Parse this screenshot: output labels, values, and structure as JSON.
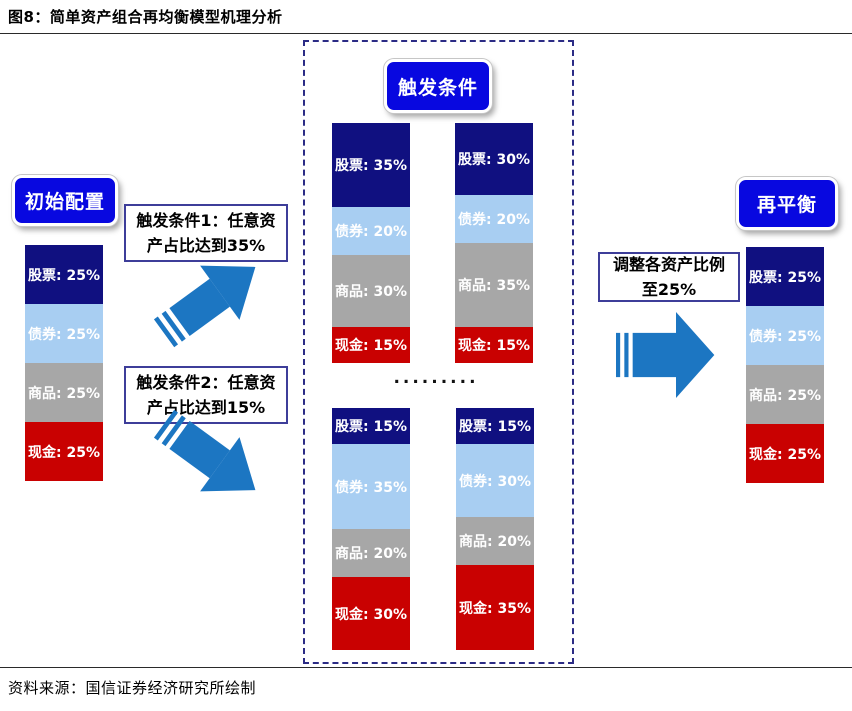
{
  "page": {
    "title": "图8：简单资产组合再均衡模型机理分析",
    "source": "资料来源：国信证券经济研究所绘制"
  },
  "labels": {
    "initial": "初始配置",
    "trigger": "触发条件",
    "rebalance": "再平衡",
    "dots": "........."
  },
  "notes": {
    "trigger1": {
      "lines": [
        "触发条件1：任意资",
        "产占比达到35%"
      ]
    },
    "trigger2": {
      "lines": [
        "触发条件2：任意资",
        "产占比达到15%"
      ]
    },
    "adjust": {
      "lines": [
        "调整各资产比例",
        "至25%"
      ]
    }
  },
  "colors": {
    "stock": "#101080",
    "bond": "#A8CEF2",
    "commodity": "#A7A7A7",
    "cash": "#C90101",
    "button": "#0808E0",
    "arrow": "#1C76C2",
    "dashed_border": "#2B2B85",
    "note_border": "#3D3D99"
  },
  "chart_data": {
    "type": "bar",
    "stacked": true,
    "unit": "%",
    "assets": [
      "股票",
      "债券",
      "商品",
      "现金"
    ],
    "bars": [
      {
        "id": "initial",
        "segments": [
          {
            "asset": "stock",
            "label": "股票",
            "value": 25,
            "text": "股票: 25%"
          },
          {
            "asset": "bond",
            "label": "债券",
            "value": 25,
            "text": "债券: 25%"
          },
          {
            "asset": "commodity",
            "label": "商品",
            "value": 25,
            "text": "商品: 25%"
          },
          {
            "asset": "cash",
            "label": "现金",
            "value": 25,
            "text": "现金: 25%"
          }
        ]
      },
      {
        "id": "t1",
        "segments": [
          {
            "asset": "stock",
            "label": "股票",
            "value": 35,
            "text": "股票: 35%"
          },
          {
            "asset": "bond",
            "label": "债券",
            "value": 20,
            "text": "债券: 20%"
          },
          {
            "asset": "commodity",
            "label": "商品",
            "value": 30,
            "text": "商品: 30%"
          },
          {
            "asset": "cash",
            "label": "现金",
            "value": 15,
            "text": "现金: 15%"
          }
        ]
      },
      {
        "id": "t2",
        "segments": [
          {
            "asset": "stock",
            "label": "股票",
            "value": 30,
            "text": "股票: 30%"
          },
          {
            "asset": "bond",
            "label": "债券",
            "value": 20,
            "text": "债券: 20%"
          },
          {
            "asset": "commodity",
            "label": "商品",
            "value": 35,
            "text": "商品: 35%"
          },
          {
            "asset": "cash",
            "label": "现金",
            "value": 15,
            "text": "现金: 15%"
          }
        ]
      },
      {
        "id": "b1",
        "segments": [
          {
            "asset": "stock",
            "label": "股票",
            "value": 15,
            "text": "股票: 15%"
          },
          {
            "asset": "bond",
            "label": "债券",
            "value": 35,
            "text": "债券: 35%"
          },
          {
            "asset": "commodity",
            "label": "商品",
            "value": 20,
            "text": "商品: 20%"
          },
          {
            "asset": "cash",
            "label": "现金",
            "value": 30,
            "text": "现金: 30%"
          }
        ]
      },
      {
        "id": "b2",
        "segments": [
          {
            "asset": "stock",
            "label": "股票",
            "value": 15,
            "text": "股票: 15%"
          },
          {
            "asset": "bond",
            "label": "债券",
            "value": 30,
            "text": "债券: 30%"
          },
          {
            "asset": "commodity",
            "label": "商品",
            "value": 20,
            "text": "商品: 20%"
          },
          {
            "asset": "cash",
            "label": "现金",
            "value": 35,
            "text": "现金: 35%"
          }
        ]
      },
      {
        "id": "final",
        "segments": [
          {
            "asset": "stock",
            "label": "股票",
            "value": 25,
            "text": "股票: 25%"
          },
          {
            "asset": "bond",
            "label": "债券",
            "value": 25,
            "text": "债券: 25%"
          },
          {
            "asset": "commodity",
            "label": "商品",
            "value": 25,
            "text": "商品: 25%"
          },
          {
            "asset": "cash",
            "label": "现金",
            "value": 25,
            "text": "现金: 25%"
          }
        ]
      }
    ]
  }
}
